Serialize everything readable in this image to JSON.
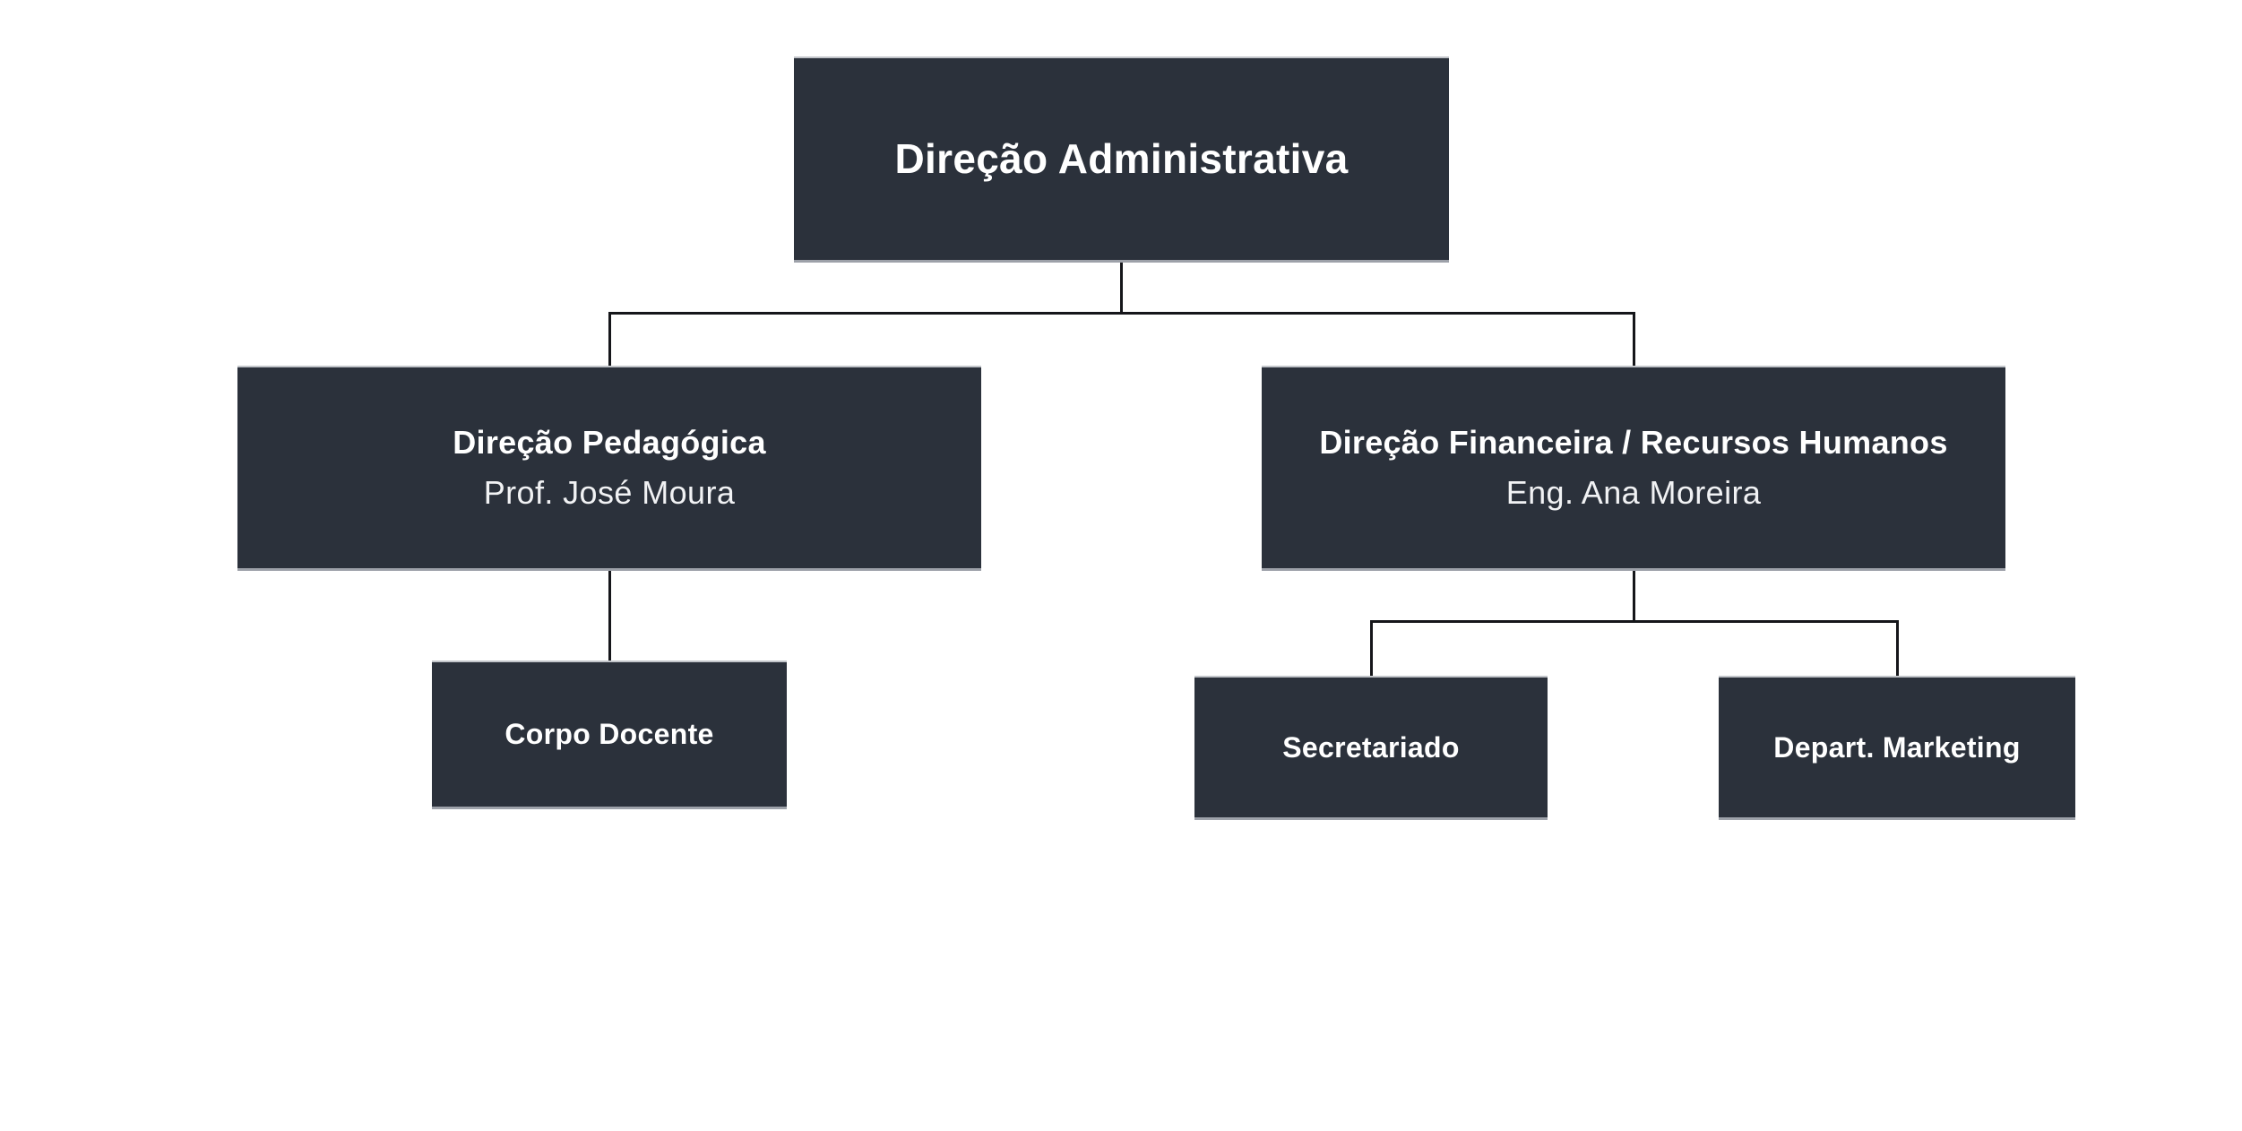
{
  "colors": {
    "background": "#ffffff",
    "node": "#2b313b",
    "node_text": "#ffffff",
    "node_subtext": "#f1f2f4",
    "connector": "#15161a",
    "edge_hairline_top": "#c2c5ca",
    "edge_hairline_bottom": "#9da1a9"
  },
  "org_chart": {
    "root": {
      "title": "Direção Administrativa"
    },
    "level2": [
      {
        "title": "Direção Pedagógica",
        "subtitle": "Prof. José Moura"
      },
      {
        "title": "Direção Financeira / Recursos Humanos",
        "subtitle": "Eng. Ana Moreira"
      }
    ],
    "level3": [
      {
        "title": "Corpo Docente"
      },
      {
        "title": "Secretariado"
      },
      {
        "title": "Depart. Marketing"
      }
    ]
  }
}
